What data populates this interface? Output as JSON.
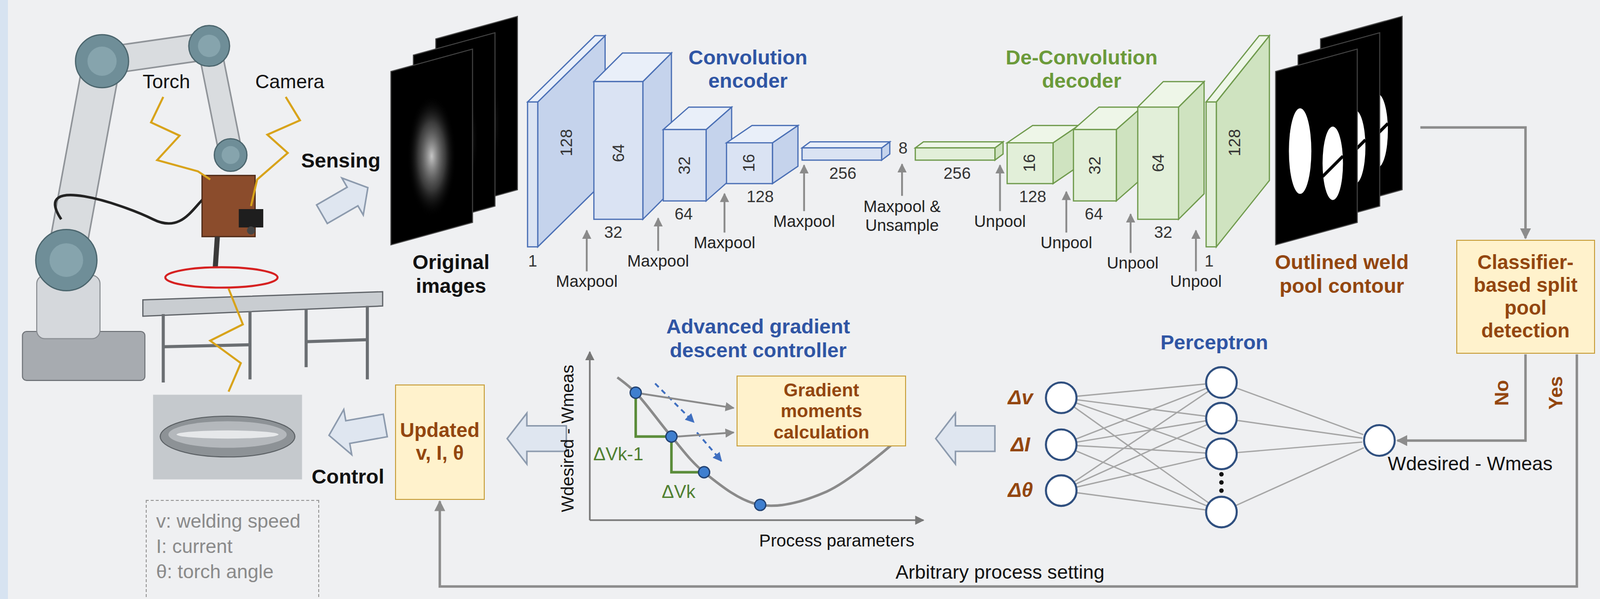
{
  "diagram": {
    "nodes": [
      {
        "text": [
          "Original images"
        ]
      },
      {
        "text": [
          "Outlined weld pool contour"
        ]
      },
      {
        "text": [
          "Classifier-based split pool detection"
        ]
      },
      {
        "text": [
          "Updated v, I, θ"
        ]
      },
      {
        "text": [
          "Gradient moments calculation"
        ]
      },
      {
        "text": [
          "Wdesired - Wmeas"
        ]
      },
      {
        "text": [
          "v: welding speed",
          "I: current",
          "θ: torch angle"
        ]
      }
    ],
    "edges": [
      {
        "from": 1,
        "to": 2,
        "arrow": "to"
      },
      {
        "from": 2,
        "to": 5,
        "label": "No",
        "arrow": "to"
      },
      {
        "from": 2,
        "to": 3,
        "label": "Arbitrary process setting",
        "arrow": "to"
      }
    ],
    "labels": [
      "Torch",
      "Camera",
      "Sensing",
      "Control",
      "Convolution encoder",
      "De-Convolution decoder",
      "128",
      "1",
      "64",
      "32",
      "32",
      "64",
      "16",
      "128",
      "256",
      "8",
      "Maxpool",
      "Maxpool",
      "Maxpool",
      "Maxpool",
      "Maxpool & Unsample",
      "256",
      "16",
      "128",
      "32",
      "64",
      "64",
      "32",
      "128",
      "1",
      "Unpool",
      "Unpool",
      "Unpool",
      "Unpool",
      "Advanced gradient descent controller",
      "Wdesired - Wmeas",
      "ΔVk-1",
      "ΔVk",
      "Process parameters",
      "Perceptron",
      "Δv",
      "ΔI",
      "Δθ",
      "Yes"
    ]
  }
}
